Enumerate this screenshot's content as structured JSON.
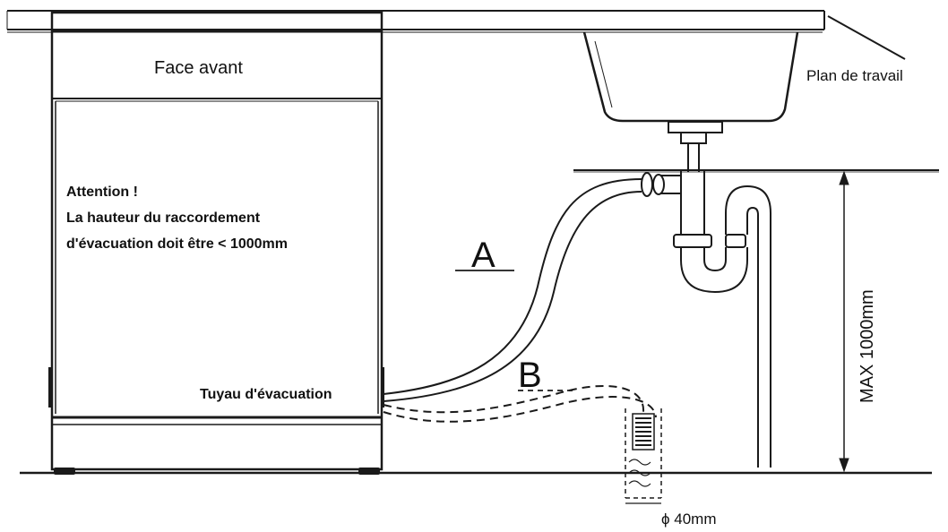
{
  "labels": {
    "front_panel": "Face avant",
    "worktop": "Plan de travail",
    "warning_title": "Attention !",
    "warning_line1": "La hauteur du raccordement",
    "warning_line2": "d'évacuation doit être < 1000mm",
    "drain_hose": "Tuyau d'évacuation",
    "option_a": "A",
    "option_b": "B",
    "max_height": "MAX 1000mm",
    "pipe_diameter": "ϕ 40mm"
  },
  "colors": {
    "line": "#1a1a1a",
    "background": "#ffffff"
  }
}
